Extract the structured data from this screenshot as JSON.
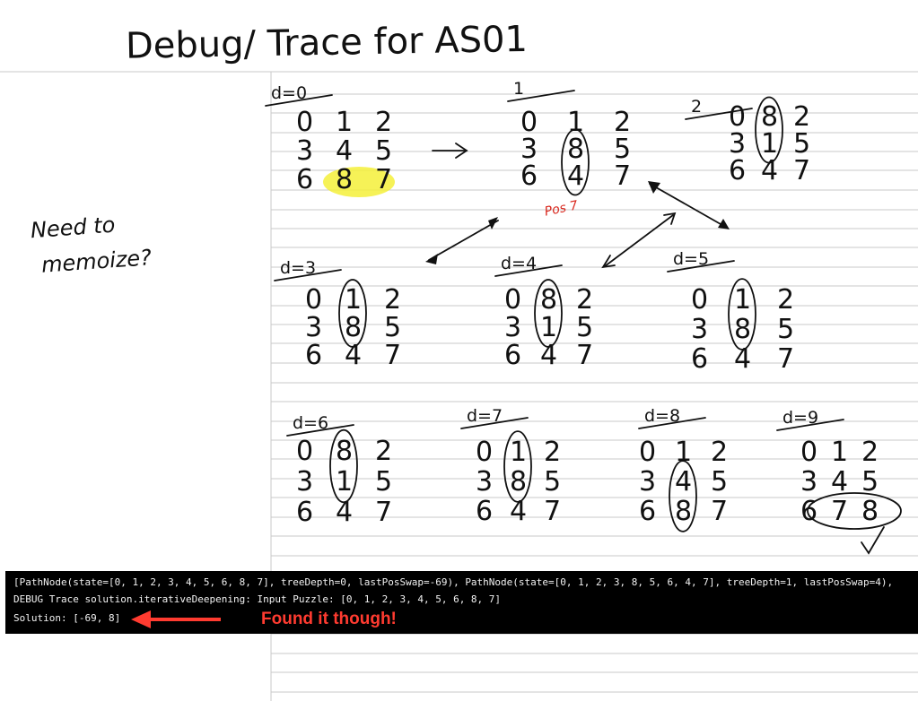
{
  "title": "Debug/ Trace for AS01",
  "side_note": [
    "Need to",
    "memoize?"
  ],
  "pos_note": "Pos 7",
  "boards": [
    {
      "depth": "d=0",
      "grid": [
        [
          "0",
          "1",
          "2"
        ],
        [
          "3",
          "4",
          "5"
        ],
        [
          "6",
          "8",
          "7"
        ]
      ],
      "highlight": "8 and 7 highlighted"
    },
    {
      "depth": "1",
      "grid": [
        [
          "0",
          "1",
          "2"
        ],
        [
          "3",
          "8",
          "5"
        ],
        [
          "6",
          "4",
          "7"
        ]
      ]
    },
    {
      "depth": "2",
      "grid": [
        [
          "0",
          "8",
          "2"
        ],
        [
          "3",
          "1",
          "5"
        ],
        [
          "6",
          "4",
          "7"
        ]
      ]
    },
    {
      "depth": "d=3",
      "grid": [
        [
          "0",
          "1",
          "2"
        ],
        [
          "3",
          "8",
          "5"
        ],
        [
          "6",
          "4",
          "7"
        ]
      ]
    },
    {
      "depth": "d=4",
      "grid": [
        [
          "0",
          "8",
          "2"
        ],
        [
          "3",
          "1",
          "5"
        ],
        [
          "6",
          "4",
          "7"
        ]
      ]
    },
    {
      "depth": "d=5",
      "grid": [
        [
          "0",
          "1",
          "2"
        ],
        [
          "3",
          "8",
          "5"
        ],
        [
          "6",
          "4",
          "7"
        ]
      ]
    },
    {
      "depth": "d=6",
      "grid": [
        [
          "0",
          "8",
          "2"
        ],
        [
          "3",
          "1",
          "5"
        ],
        [
          "6",
          "4",
          "7"
        ]
      ]
    },
    {
      "depth": "d=7",
      "grid": [
        [
          "0",
          "1",
          "2"
        ],
        [
          "3",
          "8",
          "5"
        ],
        [
          "6",
          "4",
          "7"
        ]
      ]
    },
    {
      "depth": "d=8",
      "grid": [
        [
          "0",
          "1",
          "2"
        ],
        [
          "3",
          "4",
          "5"
        ],
        [
          "6",
          "8",
          "7"
        ]
      ]
    },
    {
      "depth": "d=9",
      "grid": [
        [
          "0",
          "1",
          "2"
        ],
        [
          "3",
          "4",
          "5"
        ],
        [
          "6",
          "7",
          "8"
        ]
      ]
    }
  ],
  "console": {
    "lines": [
      "[PathNode(state=[0, 1, 2, 3, 4, 5, 6, 8, 7], treeDepth=0, lastPosSwap=-69), PathNode(state=[0, 1, 2, 3, 8, 5, 6, 4, 7], treeDepth=1, lastPosSwap=4),",
      "DEBUG Trace solution.iterativeDeepening: Input Puzzle: [0, 1, 2, 3, 4, 5, 6, 8, 7]",
      "Solution: [-69, 8]"
    ],
    "annotation": "Found it though!"
  },
  "colors": {
    "highlight": "#f4f03a",
    "annotation_red": "#ff3b30",
    "console_bg": "#000000",
    "ruled_line": "#c8c8c8"
  }
}
